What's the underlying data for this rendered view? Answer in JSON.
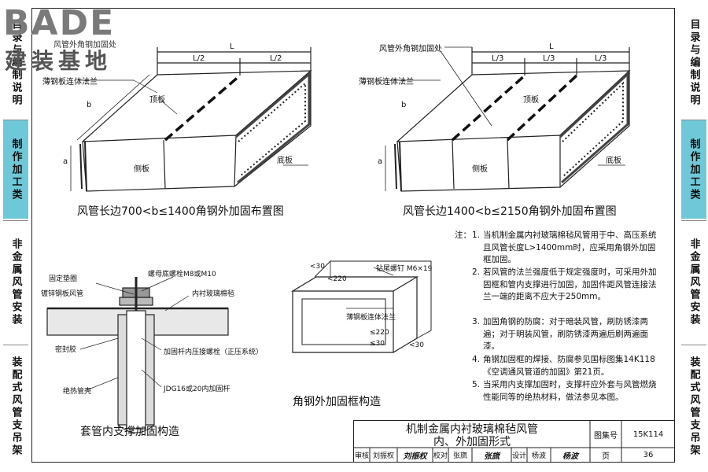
{
  "logo": {
    "brand": "BADE",
    "subtitle": "风管外角钢加固处",
    "cn": "建装基地"
  },
  "sidebar_left": [
    {
      "label": "目录与编制说明",
      "active": false
    },
    {
      "label": "制作加工类",
      "active": true
    },
    {
      "label": "非金属风管安装",
      "active": false
    },
    {
      "label": "装配式风管支吊架",
      "active": false
    }
  ],
  "sidebar_right": [
    {
      "label": "目录与编制说明",
      "active": false
    },
    {
      "label": "制作加工类",
      "active": true
    },
    {
      "label": "非金属风管安装",
      "active": false
    },
    {
      "label": "装配式风管支吊架",
      "active": false
    }
  ],
  "figure1": {
    "caption": "风管长边700<b≤1400角钢外加固布置图",
    "dim_L": "L",
    "dim_half_1": "L/2",
    "dim_half_2": "L/2",
    "flange": "薄钢板连体法兰",
    "top": "顶板",
    "side": "侧板",
    "bottom": "底板",
    "b": "b",
    "a": "a"
  },
  "figure2": {
    "caption": "风管长边1400<b≤2150角钢外加固布置图",
    "dim_L": "L",
    "dim_third_1": "L/3",
    "dim_third_2": "L/3",
    "dim_third_3": "L/3",
    "reinforce": "风管外角钢加固处",
    "flange": "薄钢板连体法兰",
    "top": "顶板",
    "side": "侧板",
    "bottom": "底板",
    "b": "b",
    "a": "a"
  },
  "figure3": {
    "caption": "套管内支撑加固构造",
    "nut": "螺母底螺栓M8或M10",
    "pad": "固定垫圈",
    "duct": "镀锌钢板风管",
    "liner": "内衬玻璃棉毡",
    "sealant": "密封胶",
    "bolt": "加固杆内压接螺栓（正压系统）",
    "sleeve": "绝热管壳",
    "rod": "JDG16或20内加固杆"
  },
  "figure4": {
    "caption": "角钢外加固框构造",
    "rivet": "钻尾螺钉  M6×19",
    "flange": "薄钢板连体法兰",
    "d1": "<30",
    "d2": "<220",
    "d3": "≤220",
    "d4": "≤30",
    "d5": "<30"
  },
  "notes": {
    "header": "注：",
    "items": [
      {
        "num": "1.",
        "text": "当机制金属内衬玻璃棉毡风管用于中、高压系统且风管长度L>1400mm时，应采用角钢外加固框加固。"
      },
      {
        "num": "2.",
        "text": "若风管的法兰强度低于规定强度时，可采用外加固框和管内支撑进行加固，加固件距风管连接法兰一端的距离不应大于250mm。"
      },
      {
        "num": "3.",
        "text": "加固角钢的防腐：对于暗装风管，刷防锈漆两遍；对于明装风管，刷防锈漆两遍后刷两遍面漆。"
      },
      {
        "num": "4.",
        "text": "角钢加固框的焊接、防腐参见国标图集14K118《空调通风管道的加固》第21页。"
      },
      {
        "num": "5.",
        "text": "当采用内支撑加固时，支撑杆应外套与风管燃烧性能同等的绝热材料，做法参见本图。"
      }
    ]
  },
  "titleblock": {
    "title_line1": "机制金属内衬玻璃棉毡风管",
    "title_line2": "内、外加固形式",
    "atlas_label": "图集号",
    "atlas_value": "15K114",
    "page_label": "页",
    "page_value": "36",
    "roles": [
      {
        "role": "审核",
        "name": "刘振权",
        "sign": "刘振权"
      },
      {
        "role": "校对",
        "name": "张旒",
        "sign": "张旒"
      },
      {
        "role": "设计",
        "name": "杨波",
        "sign": "杨波"
      }
    ]
  }
}
